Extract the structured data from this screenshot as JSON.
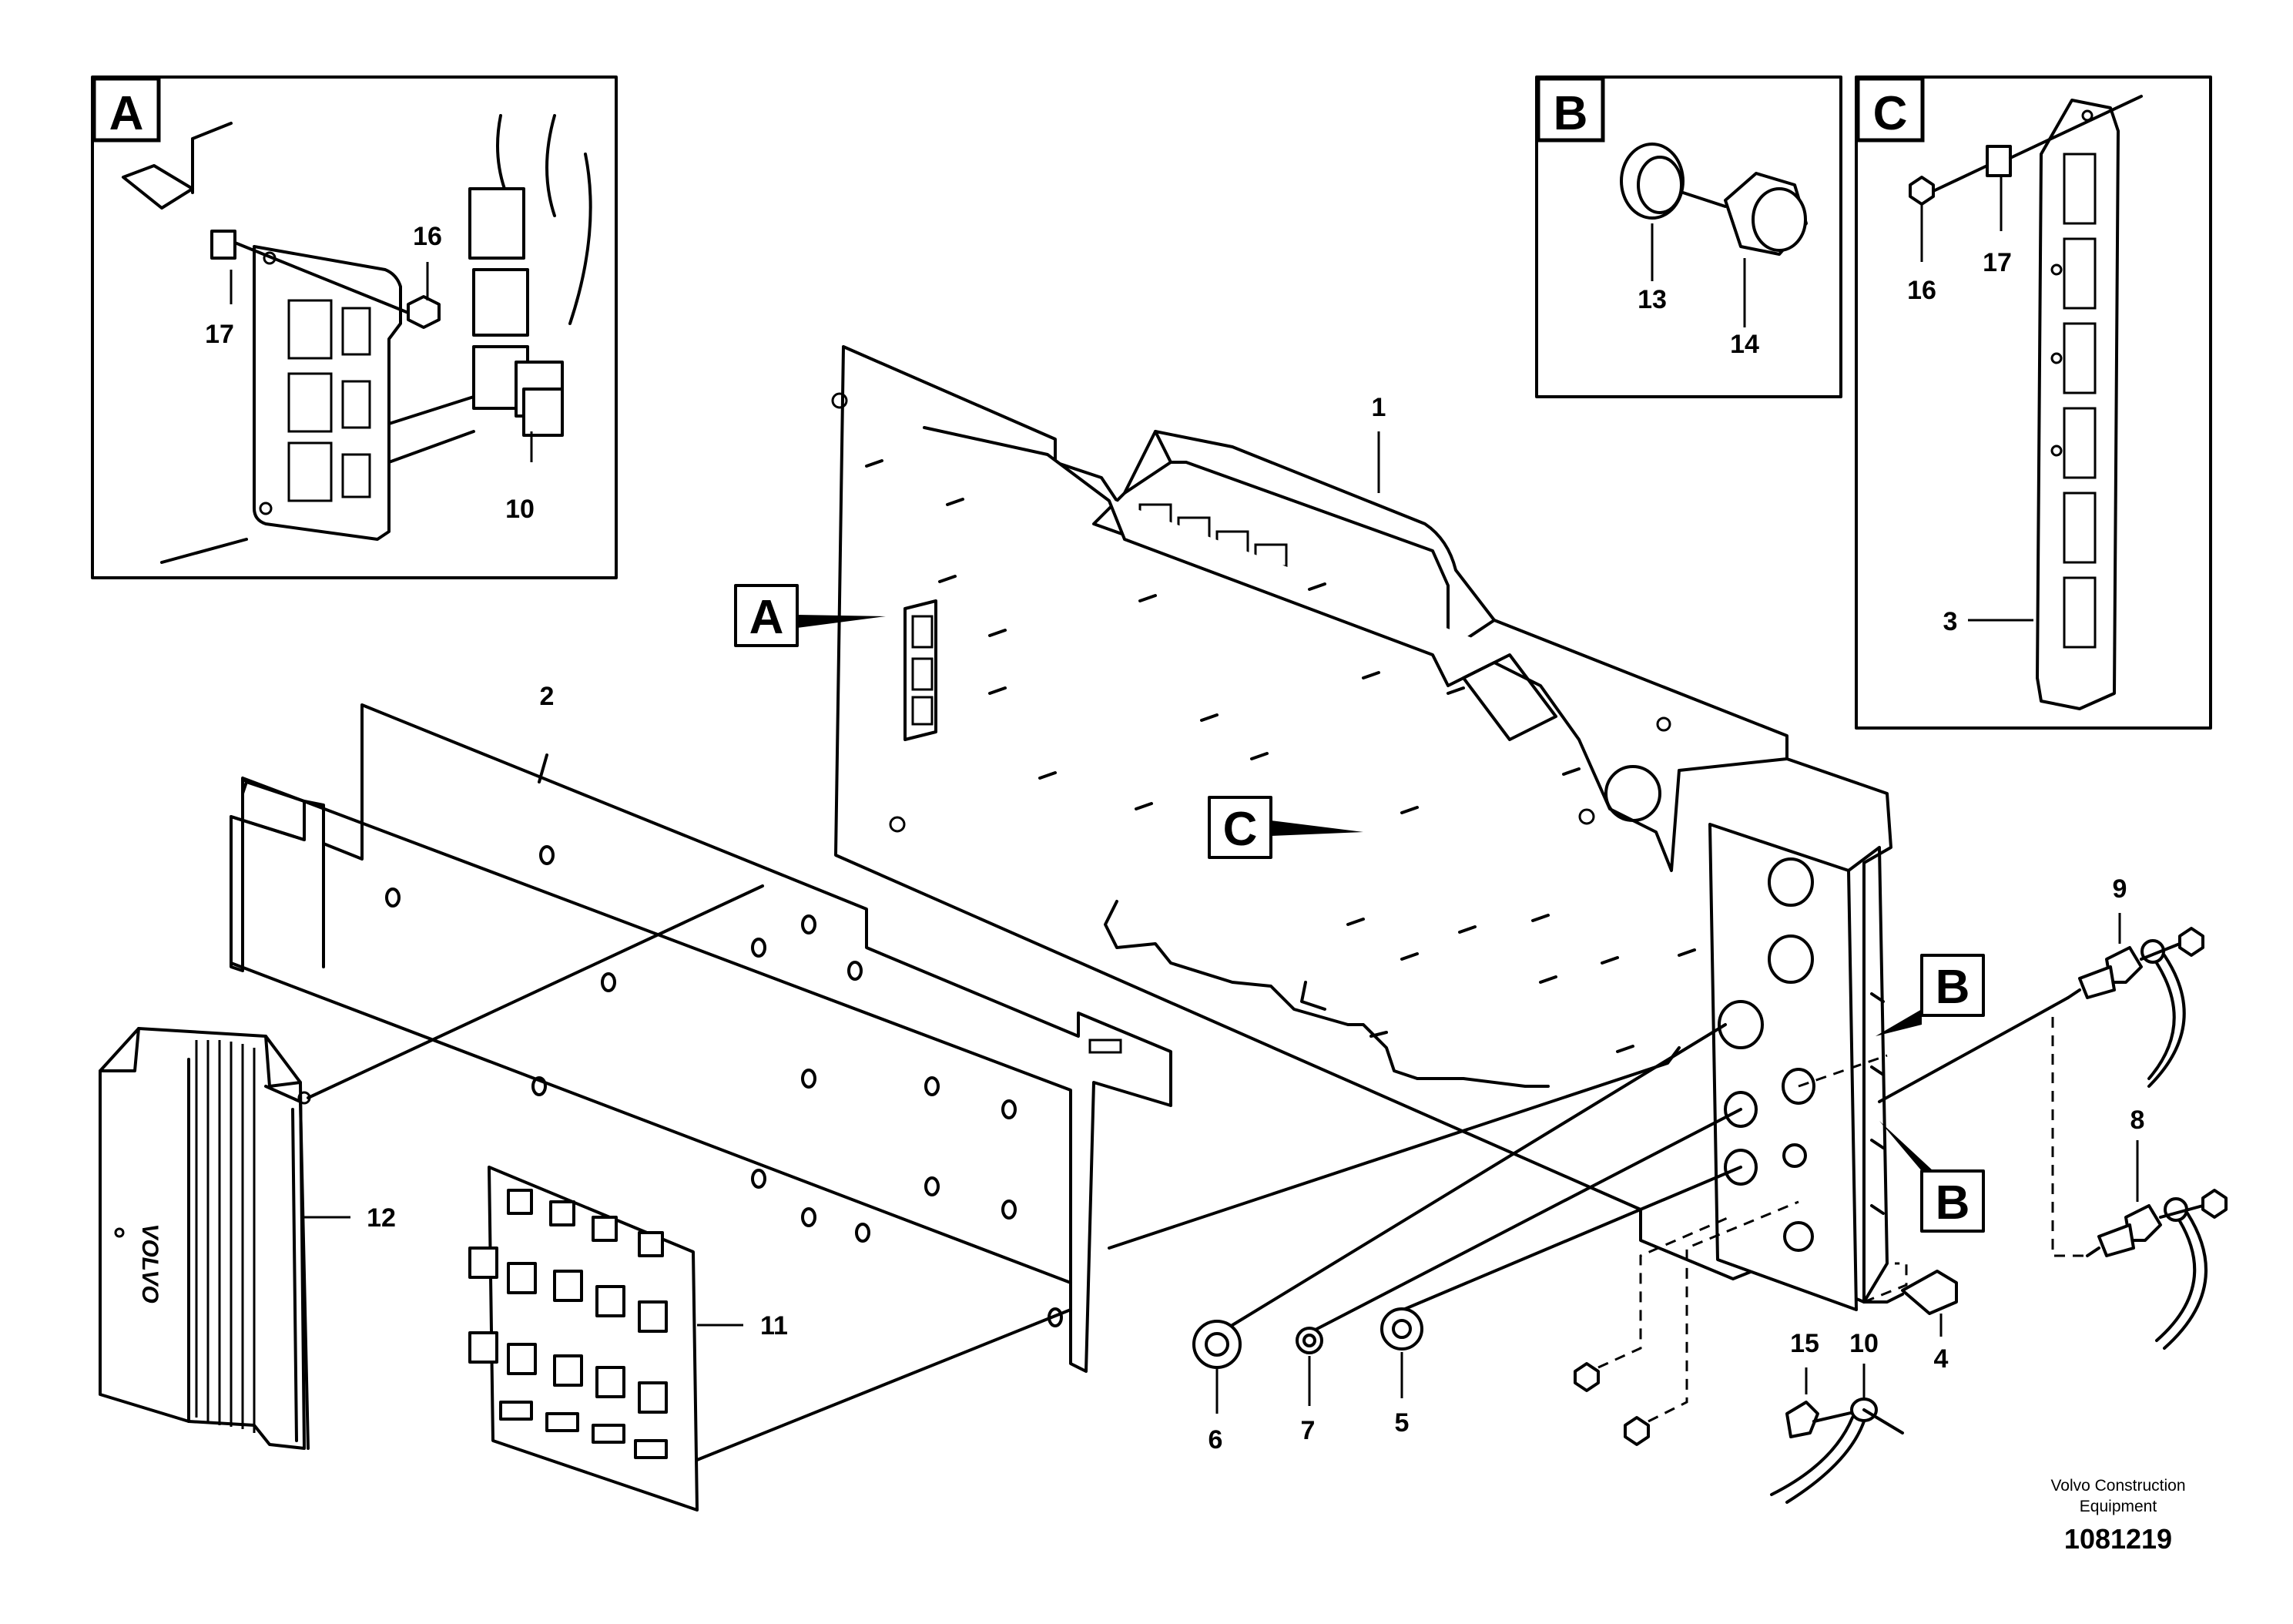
{
  "callouts": {
    "c1": "1",
    "c2": "2",
    "c3": "3",
    "c4": "4",
    "c5": "5",
    "c6": "6",
    "c7": "7",
    "c8": "8",
    "c9": "9",
    "c10a": "10",
    "c10b": "10",
    "c11": "11",
    "c12": "12",
    "c13": "13",
    "c14": "14",
    "c15": "15",
    "c16a": "16",
    "c16b": "16",
    "c17a": "17",
    "c17b": "17"
  },
  "detail_views": {
    "a": "A",
    "b": "B",
    "c": "C"
  },
  "view_markers": {
    "a": "A",
    "c": "C",
    "b1": "B",
    "b2": "B"
  },
  "footer": {
    "brand_line1": "Volvo Construction",
    "brand_line2": "Equipment",
    "drawing_number": "1081219"
  },
  "colors": {
    "ink": "#000000",
    "paper": "#ffffff"
  }
}
